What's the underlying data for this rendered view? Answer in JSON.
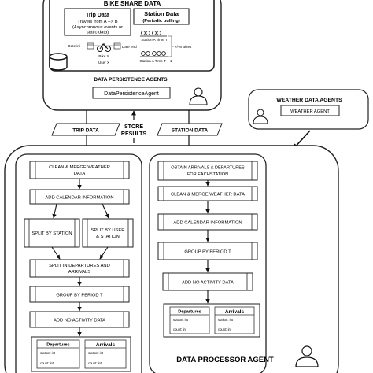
{
  "persistence": {
    "title": "BIKE SHARE DATA",
    "trip_box": {
      "title": "Trip Data",
      "line1": "Travels from A --> B",
      "line2": "(Asynchronous events or",
      "line3": "static data)"
    },
    "station_box": {
      "title": "Station Data",
      "subtitle": "(Periodic pulling)"
    },
    "trip_labels": {
      "date_ini": "Date ini",
      "date_end": "Date end",
      "bike_y": "Bike Y",
      "user_x": "User X"
    },
    "station_labels": {
      "time_t": "Station A Time T",
      "time_t1": "Station A Time T + 1",
      "n_bikes": "+/-N Bikes"
    },
    "agents_label": "DATA PERSISTENCE AGENTS",
    "agent_name": "DataPersistenceAgent"
  },
  "weather": {
    "title": "WEATHER DATA AGENTS",
    "agent_name": "WEATHER AGENT"
  },
  "connectors": {
    "trip_data": "TRIP DATA",
    "station_data": "STATION DATA",
    "store_line1": "STORE",
    "store_line2": "RESULTS"
  },
  "processor": {
    "label": "DATA PROCESSOR AGENT",
    "left_steps": {
      "clean_line1": "CLEAN  & MERGE WEATHER",
      "clean_line2": "DATA",
      "calendar": "ADD CALENDAR INFORMATION",
      "split_station": "SPLIT BY STATION",
      "split_user_line1": "SPLIT BY USER",
      "split_user_line2": "& STATION",
      "split_dep_line1": "SPLIT IN DEPARTURES AND",
      "split_dep_line2": "ARRIVALS",
      "group": "GROUP BY PERIOD T",
      "no_activity": "ADD NO ACTIVITY DATA"
    },
    "right_steps": {
      "obtain_line1": "OBTAIN ARRIVALS & DEPARTURES",
      "obtain_line2": "FOR EACHSTATION",
      "clean": "CLEAN  & MERGE WEATHER DATA",
      "calendar": "ADD CALENDAR INFORMATION",
      "group": "GROUP BY PERIOD T",
      "no_activity": "ADD NO ACTIVITY DATA"
    },
    "left_table": {
      "departures": "Departures",
      "arrivals": "Arrivals",
      "station": "station: int",
      "count": "count: int"
    },
    "right_table": {
      "departures": "Departures",
      "arrivals": "Arrivals",
      "station": "station: int",
      "count": "count: int"
    }
  }
}
